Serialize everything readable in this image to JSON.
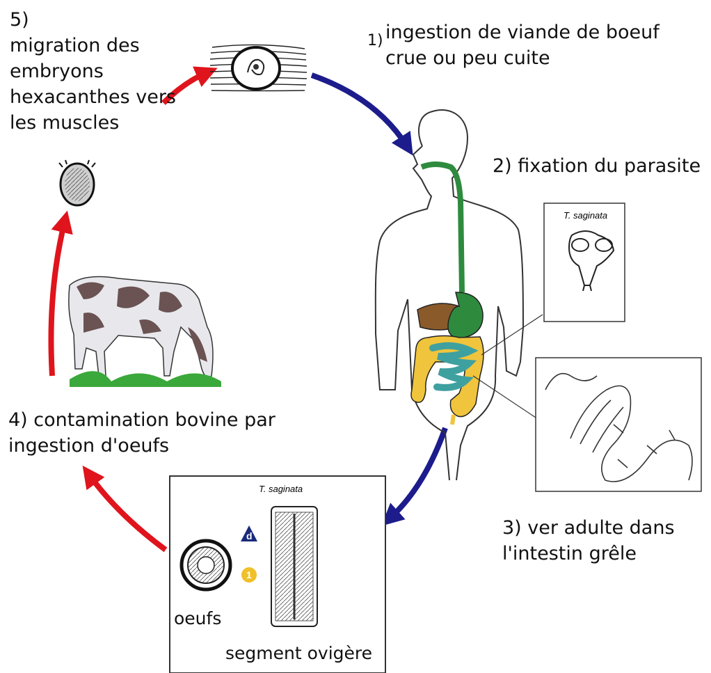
{
  "labels": {
    "step1": {
      "number": "1)",
      "line1": "ingestion de viande de boeuf",
      "line2": "crue ou peu cuite"
    },
    "step2": "2) fixation du parasite",
    "step3": {
      "line1": "3) ver adulte dans",
      "line2": "l'intestin grêle"
    },
    "step4": {
      "line1": "4) contamination bovine par",
      "line2": "ingestion d'oeufs"
    },
    "step5": {
      "number": "5)",
      "line1": "migration des",
      "line2": "embryons",
      "line3": "hexacanthes vers",
      "line4": "les muscles"
    }
  },
  "insets": {
    "scolex_title": "T. saginata",
    "egg_box_title": "T. saginata",
    "egg_label": "oeufs",
    "segment_label": "segment ovigère",
    "triangle_marker": "d",
    "circle_marker": "1"
  },
  "colors": {
    "human_arrow": "#1c1c8c",
    "animal_arrow": "#e0141c",
    "esophagus_stomach": "#2e8b3e",
    "liver": "#8b5a2b",
    "large_intestine": "#f0c43c",
    "small_intestine": "#3fa0a0",
    "triangle_marker": "#1a2a7a",
    "circle_marker": "#f0c02a"
  }
}
